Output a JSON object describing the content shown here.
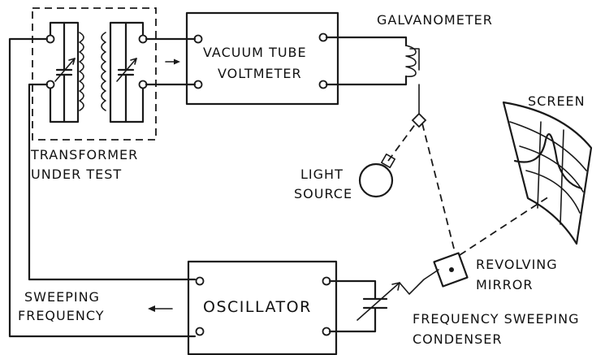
{
  "labels": {
    "galvanometer": "GALVANOMETER",
    "vtvm_line1": "VACUUM TUBE",
    "vtvm_line2": "VOLTMETER",
    "transformer_line1": "TRANSFORMER",
    "transformer_line2": "UNDER TEST",
    "screen": "SCREEN",
    "light_line1": "LIGHT",
    "light_line2": "SOURCE",
    "mirror_line1": "REVOLVING",
    "mirror_line2": "MIRROR",
    "oscillator": "OSCILLATOR",
    "sweep_line1": "SWEEPING",
    "sweep_line2": "FREQUENCY",
    "condenser_line1": "FREQUENCY SWEEPING",
    "condenser_line2": "CONDENSER"
  }
}
